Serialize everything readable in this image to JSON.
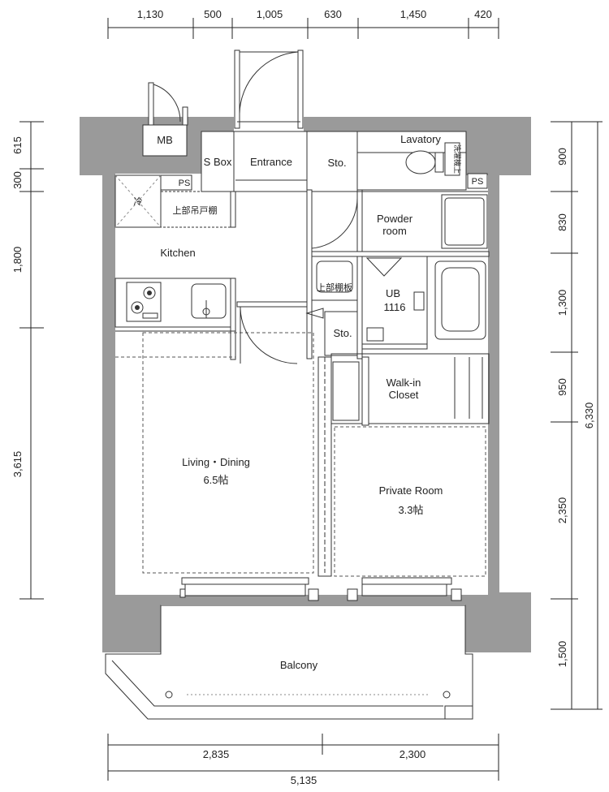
{
  "dims": {
    "top": [
      "1,130",
      "500",
      "1,005",
      "630",
      "1,450",
      "420"
    ],
    "left": [
      "615",
      "300",
      "1,800",
      "3,615"
    ],
    "right": [
      "900",
      "830",
      "1,300",
      "950",
      "2,350",
      "1,500"
    ],
    "right_total": "6,330",
    "bottom": [
      "2,835",
      "2,300"
    ],
    "bottom_total": "5,135"
  },
  "rooms": {
    "mb": "MB",
    "sbox": "S Box",
    "entrance": "Entrance",
    "sto_top": "Sto.",
    "lavatory": "Lavatory",
    "ps_left": "PS",
    "ps_right": "PS",
    "upper_cabinet": "上部吊戸棚",
    "fridge": "冷",
    "kitchen": "Kitchen",
    "powder_line1": "Powder",
    "powder_line2": "room",
    "upper_shelf": "上部棚板",
    "ub_line1": "UB",
    "ub_line2": "1116",
    "sto_mid": "Sto.",
    "walkin_line1": "Walk-in",
    "walkin_line2": "Closet",
    "living_line1": "Living・Dining",
    "living_line2": "6.5帖",
    "private_line1": "Private Room",
    "private_line2": "3.3帖",
    "balcony": "Balcony",
    "washer_tag": "洗濯機上"
  }
}
